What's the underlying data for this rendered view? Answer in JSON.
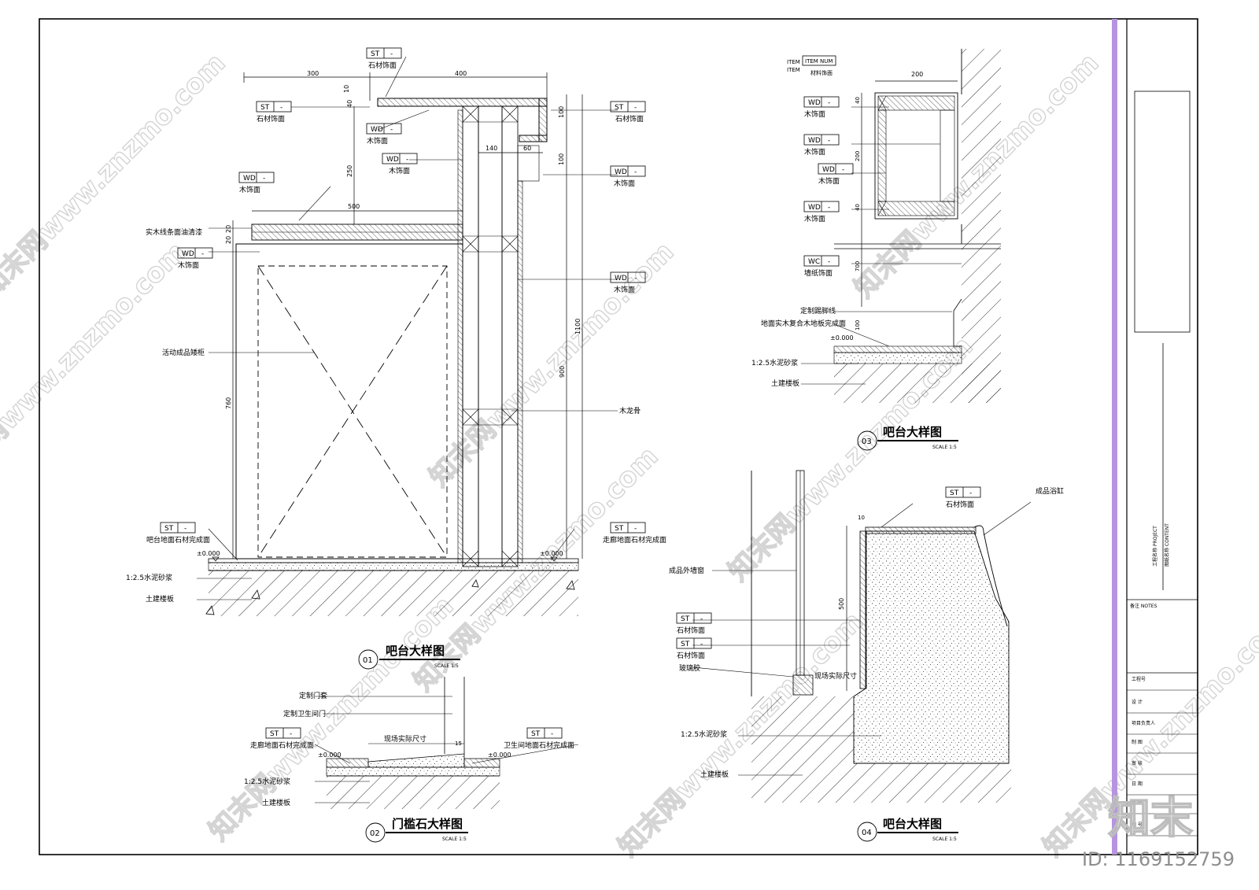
{
  "drawing_01": {
    "title": "吧台大样图",
    "number": "01",
    "scale": "SCALE 1:5",
    "dims": [
      "300",
      "400",
      "140",
      "60",
      "100",
      "100",
      "250",
      "500",
      "40",
      "20",
      "20",
      "760",
      "900",
      "1100",
      "10"
    ],
    "datum_left": "±0.000",
    "datum_right": "±0.000",
    "tags": [
      {
        "code": "ST",
        "num": "-",
        "label": "石材饰面"
      },
      {
        "code": "ST",
        "num": "-",
        "label": "石材饰面"
      },
      {
        "code": "WD",
        "num": "-",
        "label": "木饰面"
      },
      {
        "code": "WD",
        "num": "-",
        "label": "木饰面"
      },
      {
        "code": "ST",
        "num": "-",
        "label": "石材饰面"
      },
      {
        "code": "WD",
        "num": "-",
        "label": "木饰面"
      },
      {
        "code": "WD",
        "num": "-",
        "label": "木饰面"
      },
      {
        "code": "WD",
        "num": "-",
        "label": "木饰面"
      },
      {
        "code": "WD",
        "num": "-",
        "label": "木饰面"
      },
      {
        "code": "ST",
        "num": "-",
        "label": "吧台地面石材完成面"
      },
      {
        "code": "ST",
        "num": "-",
        "label": "走廊地面石材完成面"
      }
    ],
    "notes": [
      "实木线条面油清漆",
      "活动成品矮柜",
      "木龙骨",
      "1:2.5水泥砂浆",
      "土建楼板"
    ]
  },
  "drawing_02": {
    "title": "门槛石大样图",
    "number": "02",
    "scale": "SCALE 1:5",
    "datum_left": "±0.000",
    "datum_right": "±0.000",
    "dims": [
      "现场实际尺寸",
      "15"
    ],
    "tags": [
      {
        "code": "ST",
        "num": "-",
        "label": "走廊地面石材完成面"
      },
      {
        "code": "ST",
        "num": "-",
        "label": "卫生间地面石材完成面"
      }
    ],
    "notes": [
      "定制门套",
      "定制卫生间门",
      "1:2.5水泥砂浆",
      "土建楼板"
    ]
  },
  "drawing_03": {
    "title": "吧台大样图",
    "number": "03",
    "scale": "SCALE 1:5",
    "datum": "±0.000",
    "legend_item": "ITEM",
    "legend_num": "ITEM NUM",
    "legend_sub": "材料饰面",
    "dims": [
      "200",
      "40",
      "200",
      "40",
      "700",
      "100"
    ],
    "tags": [
      {
        "code": "WD",
        "num": "-",
        "label": "木饰面"
      },
      {
        "code": "WD",
        "num": "-",
        "label": "木饰面"
      },
      {
        "code": "WD",
        "num": "-",
        "label": "木饰面"
      },
      {
        "code": "WD",
        "num": "-",
        "label": "木饰面"
      },
      {
        "code": "WC",
        "num": "-",
        "label": "墙纸饰面"
      }
    ],
    "notes": [
      "定制踢脚线",
      "地面实木复合木地板完成面",
      "1:2.5水泥砂浆",
      "土建楼板"
    ]
  },
  "drawing_04": {
    "title": "吧台大样图",
    "number": "04",
    "scale": "SCALE 1:5",
    "dims": [
      "500",
      "10",
      "现场实际尺寸"
    ],
    "tags": [
      {
        "code": "ST",
        "num": "-",
        "label": "石材饰面"
      },
      {
        "code": "ST",
        "num": "-",
        "label": "石材饰面"
      },
      {
        "code": "ST",
        "num": "-",
        "label": "石材饰面"
      }
    ],
    "notes": [
      "成品浴缸",
      "成品外墙窗",
      "玻璃胶",
      "1:2.5水泥砂浆",
      "土建楼板"
    ]
  },
  "title_block": {
    "project": "工程名称  PROJECT",
    "content": "图纸名称  CONTENT",
    "notes": "备注        NOTES",
    "rows": [
      "工程号",
      "设  计",
      "项目负责人",
      "制  图",
      "审  核",
      "日  期",
      "比  例",
      "图  号"
    ]
  },
  "watermark": {
    "text": "知末网www.znzmo.com",
    "brand": "知末",
    "id": "ID: 1169152759"
  }
}
